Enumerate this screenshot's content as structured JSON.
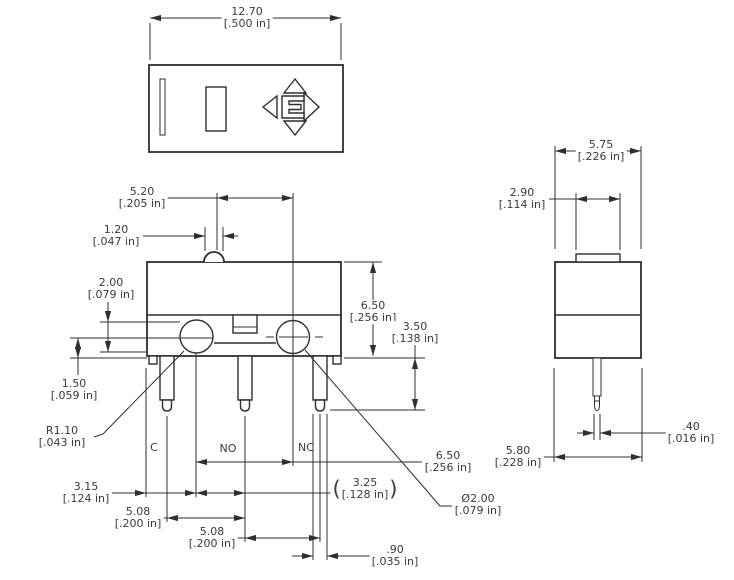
{
  "colors": {
    "line": "#2f2f2f",
    "text": "#3a3a3a",
    "background": "#ffffff"
  },
  "icons": {
    "top_logo": "four-way-arrow-icon"
  },
  "labels": {
    "top_width": {
      "mm": "12.70",
      "inch": "[.500 in]"
    },
    "plunger_offset": {
      "mm": "5.20",
      "inch": "[.205 in]"
    },
    "plunger_width": {
      "mm": "1.20",
      "inch": "[.047 in]"
    },
    "hole_depth": {
      "mm": "2.00",
      "inch": "[.079 in]"
    },
    "body_height": {
      "mm": "6.50",
      "inch": "[.256 in]"
    },
    "pin_length": {
      "mm": "3.50",
      "inch": "[.138 in]"
    },
    "hole_center_height": {
      "mm": "1.50",
      "inch": "[.059 in]"
    },
    "corner_radius": {
      "mm": "R1.10",
      "inch": "[.043 in]"
    },
    "edge_to_hole": {
      "mm": "3.15",
      "inch": "[.124 in]"
    },
    "pin_pitch_a": {
      "mm": "5.08",
      "inch": "[.200 in]"
    },
    "pin_pitch_b": {
      "mm": "5.08",
      "inch": "[.200 in]"
    },
    "hole_to_pin_ref": {
      "prefix": "(",
      "mm": "3.25",
      "inch": "[.128 in]",
      "suffix": ")"
    },
    "hole_spacing": {
      "mm": "6.50",
      "inch": "[.256 in]"
    },
    "hole_diameter": {
      "mm": "Ø2.00",
      "inch": "[.079 in]"
    },
    "pin_thickness": {
      "mm": ".90",
      "inch": "[.035 in]"
    },
    "side_width": {
      "mm": "5.75",
      "inch": "[.226 in]"
    },
    "button_width": {
      "mm": "2.90",
      "inch": "[.114 in]"
    },
    "side_bottom_width": {
      "mm": "5.80",
      "inch": "[.228 in]"
    },
    "side_pin_thickness": {
      "mm": ".40",
      "inch": "[.016 in]"
    }
  },
  "terminals": {
    "common": "C",
    "normally_open": "NO",
    "normally_closed": "NC"
  }
}
